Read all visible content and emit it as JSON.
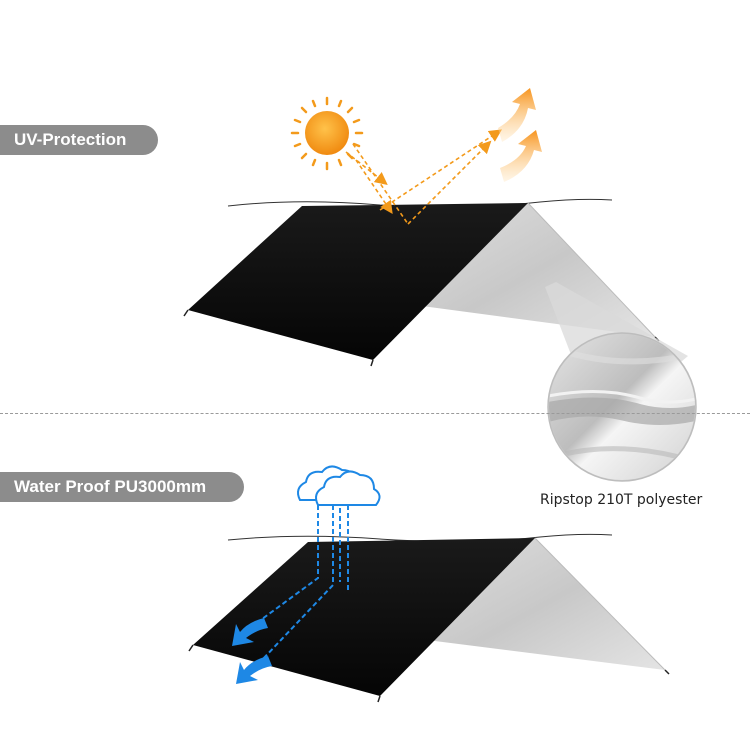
{
  "labels": {
    "uv_protection": "UV-Protection",
    "water_proof": "Water Proof PU3000mm"
  },
  "caption": "Ripstop 210T polyester",
  "colors": {
    "pill": "#8c8c8c",
    "tarp_dark": "#0d0d0d",
    "tarp_silver": "#c9c9c9",
    "sun": "#f39a1b",
    "rain": "#1e88e5"
  },
  "icons": [
    "sun-icon",
    "reflect-arrow-icon",
    "cloud-icon",
    "rain-arrow-icon"
  ]
}
